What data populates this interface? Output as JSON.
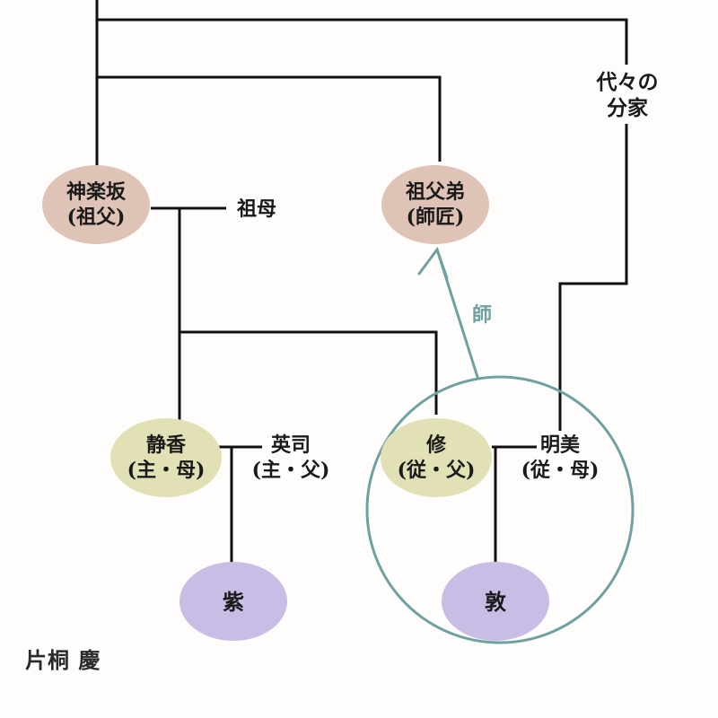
{
  "nodes": {
    "kagurazaka": {
      "name": "神楽坂",
      "role": "(祖父)"
    },
    "grandmother": {
      "name": "祖母"
    },
    "great_uncle": {
      "name": "祖父弟",
      "role": "(師匠)"
    },
    "branch_family": {
      "line1": "代々の",
      "line2": "分家"
    },
    "shizuka": {
      "name": "静香",
      "role": "(主・母)"
    },
    "eiji": {
      "name": "英司",
      "role": "(主・父)"
    },
    "osamu": {
      "name": "修",
      "role": "(従・父)"
    },
    "akemi": {
      "name": "明美",
      "role": "(従・母)"
    },
    "murasaki": {
      "name": "紫"
    },
    "atsushi": {
      "name": "敦"
    }
  },
  "arrow_label": "師",
  "credit": "片桐 慶",
  "colors": {
    "grandparent_fill": "#dfc3b7",
    "parent_fill": "#e2e1b5",
    "child_fill": "#c9bde6",
    "teal": "#6fa1a1",
    "line": "#111111"
  }
}
